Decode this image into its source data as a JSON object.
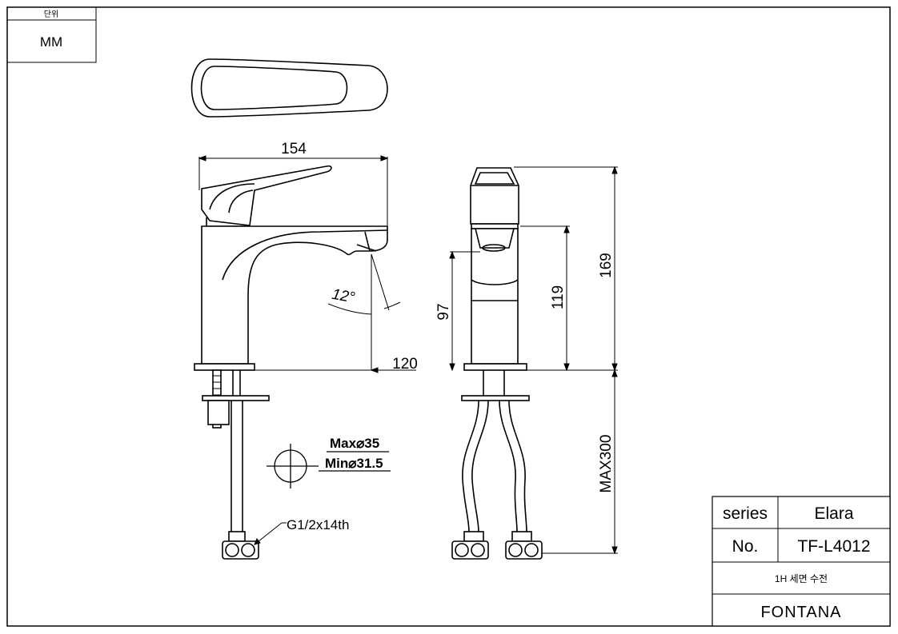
{
  "unit_box": {
    "label": "단위",
    "value": "MM"
  },
  "dimensions": {
    "width_154": "154",
    "reach_120": "120",
    "angle": "12°",
    "height_97": "97",
    "height_119": "119",
    "height_169": "169",
    "hose_max": "MAX300"
  },
  "hole_spec": {
    "max": "Max⌀35",
    "min": "Min⌀31.5"
  },
  "thread_spec": "G1/2x14th",
  "title_block": {
    "series_label": "series",
    "series_value": "Elara",
    "no_label": "No.",
    "no_value": "TF-L4012",
    "description": "1H 세면 수전",
    "brand": "FONTANA"
  }
}
